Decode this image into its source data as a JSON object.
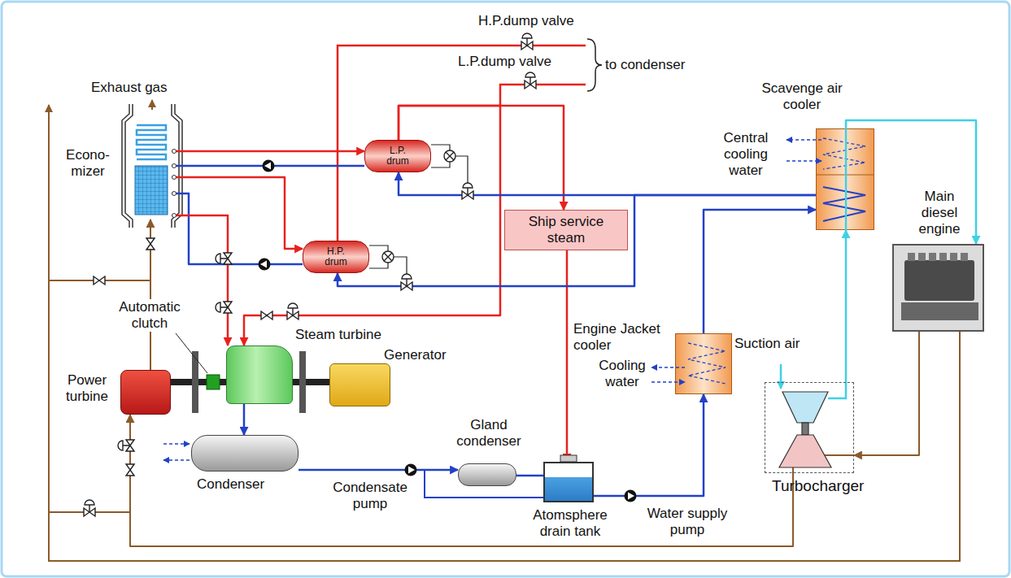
{
  "diagram": {
    "nodes": [
      {
        "text": [
          "Econo-mizer"
        ]
      },
      {
        "text": [
          "L.P. drum"
        ]
      },
      {
        "text": [
          "H.P. drum"
        ]
      },
      {
        "text": [
          "Ship service steam"
        ]
      },
      {
        "text": [
          "Steam turbine"
        ]
      },
      {
        "text": [
          "Generator"
        ]
      },
      {
        "text": [
          "Power turbine"
        ]
      },
      {
        "text": [
          "Condenser"
        ]
      },
      {
        "text": [
          "Gland condenser"
        ]
      },
      {
        "text": [
          "Atomsphere drain tank"
        ]
      },
      {
        "text": [
          "Scavenge air cooler"
        ]
      },
      {
        "text": [
          "Engine Jacket cooler"
        ]
      },
      {
        "text": [
          "Main diesel engine"
        ]
      },
      {
        "text": [
          "Turbocharger"
        ]
      }
    ],
    "edges": [
      {
        "from": 0,
        "to": 1,
        "arrow": "to"
      },
      {
        "from": 1,
        "to": 0,
        "arrow": "none"
      },
      {
        "from": 0,
        "to": 2,
        "arrow": "to"
      },
      {
        "from": 2,
        "to": 0,
        "arrow": "none"
      },
      {
        "from": 1,
        "to": 3,
        "arrow": "to"
      },
      {
        "from": 0,
        "to": 4,
        "arrow": "to"
      },
      {
        "from": 1,
        "to": 4,
        "arrow": "to"
      },
      {
        "from": 3,
        "to": 9,
        "arrow": "to"
      },
      {
        "from": 4,
        "to": 7,
        "arrow": "to"
      },
      {
        "from": 7,
        "to": 8,
        "arrow": "to"
      },
      {
        "from": 8,
        "to": 9,
        "arrow": "none"
      },
      {
        "from": 9,
        "to": 11,
        "arrow": "to"
      },
      {
        "from": 11,
        "to": 10,
        "arrow": "to"
      },
      {
        "from": 10,
        "to": 1,
        "arrow": "to"
      },
      {
        "from": 10,
        "to": 2,
        "arrow": "to"
      },
      {
        "from": 12,
        "to": 13,
        "arrow": "to"
      },
      {
        "from": 13,
        "to": 10,
        "arrow": "to"
      },
      {
        "from": 10,
        "to": 12,
        "arrow": "to"
      },
      {
        "from": 13,
        "to": 6,
        "arrow": "to"
      },
      {
        "from": 6,
        "to": 0,
        "arrow": "to"
      }
    ],
    "labels": [
      "Exhaust gas",
      "H.P.dump valve",
      "L.P.dump valve",
      "to condenser",
      "Automatic clutch",
      "Central cooling water",
      "Cooling water",
      "Suction air",
      "Condensate pump",
      "Water supply pump"
    ]
  }
}
